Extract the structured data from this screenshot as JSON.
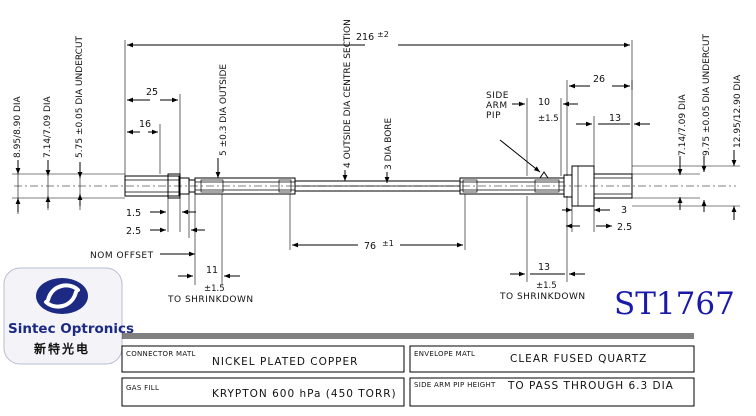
{
  "dimensions": {
    "overall_length": "216",
    "overall_tol": "±2",
    "d25": "25",
    "d16": "16",
    "d10": "10",
    "d10_tol": "±1.5",
    "d26": "26",
    "d13_top": "13",
    "d1_5": "1.5",
    "d2_5_left": "2.5",
    "d76": "76",
    "d76_tol": "±1",
    "d11": "11",
    "d11_tol": "±1.5",
    "d3": "3",
    "d2_5_right": "2.5",
    "d13_bottom": "13",
    "d13_bottom_tol": "±1.5"
  },
  "vertical_labels": {
    "v1": "8.95/8.90 DIA",
    "v2": "7.14/7.09 DIA",
    "v3": "5.75 ±0.05 DIA UNDERCUT",
    "v4": "5 ±0.3 DIA OUTSIDE",
    "v5": "4 OUTSIDE DIA CENTRE SECTION",
    "v6": "3 DIA BORE",
    "v7": "7.14/7.09 DIA",
    "v8": "9.75 ±0.05 DIA UNDERCUT",
    "v9": "12.95/12.90 DIA"
  },
  "labels": {
    "side_arm_1": "SIDE",
    "side_arm_2": "ARM",
    "side_arm_3": "PIP",
    "nom_offset": "NOM OFFSET",
    "shrink_left": "TO SHRINKDOWN",
    "shrink_right": "TO SHRINKDOWN"
  },
  "logo": {
    "name": "Sintec Optronics",
    "chinese": "新特光电"
  },
  "product_code": "ST1767",
  "spec_table": {
    "connector_matl_label": "CONNECTOR MATL",
    "connector_matl_value": "NICKEL PLATED COPPER",
    "envelope_matl_label": "ENVELOPE MATL",
    "envelope_matl_value": "CLEAR FUSED QUARTZ",
    "gas_fill_label": "GAS FILL",
    "gas_fill_value": "KRYPTON 600 hPa (450 TORR)",
    "side_arm_label": "SIDE ARM PIP HEIGHT",
    "side_arm_value": "TO PASS THROUGH 6.3 DIA"
  },
  "colors": {
    "ink": "#000000",
    "logo_blue": "#1c2a83",
    "product_blue": "#1a1aa8"
  }
}
